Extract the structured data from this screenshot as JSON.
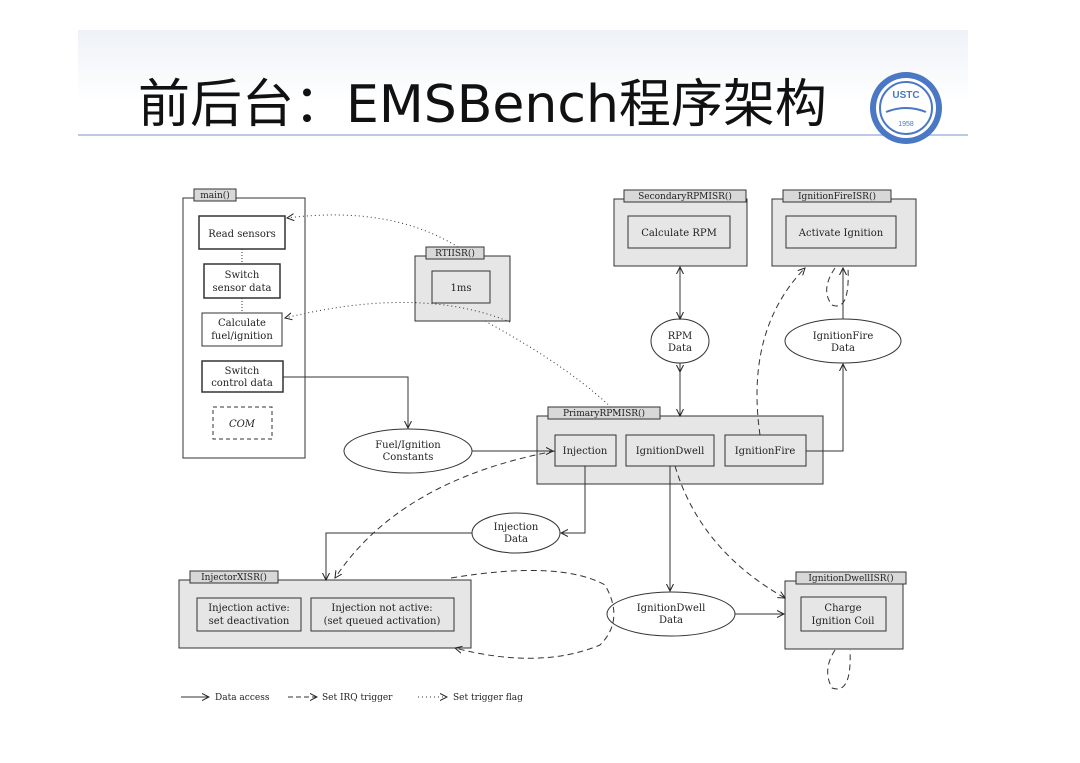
{
  "slide": {
    "title": "前后台：EMSBench程序架构"
  },
  "logo": {
    "top_text": "USTC",
    "bottom_text": "1958"
  },
  "main": {
    "label": "main()",
    "read_sensors": "Read sensors",
    "switch_sensor": [
      "Switch",
      "sensor data"
    ],
    "calc": [
      "Calculate",
      "fuel/ignition"
    ],
    "switch_control": [
      "Switch",
      "control data"
    ],
    "com": "COM"
  },
  "rtiisr": {
    "label": "RTIISR()",
    "box": "1ms"
  },
  "secondary": {
    "label": "SecondaryRPMISR()",
    "box": "Calculate RPM"
  },
  "ignfire_isr": {
    "label": "IgnitionFireISR()",
    "box": "Activate Ignition"
  },
  "rpm_data": [
    "RPM",
    "Data"
  ],
  "ignfire_data": [
    "IgnitionFire",
    "Data"
  ],
  "fuel_const": [
    "Fuel/Ignition",
    "Constants"
  ],
  "primary": {
    "label": "PrimaryRPMISR()",
    "injection": "Injection",
    "dwell": "IgnitionDwell",
    "fire": "IgnitionFire"
  },
  "inj_data": [
    "Injection",
    "Data"
  ],
  "injector": {
    "label": "InjectorXISR()",
    "active": [
      "Injection active:",
      "set deactivation"
    ],
    "not_active": [
      "Injection not active:",
      "(set queued activation)"
    ]
  },
  "dwell_data": [
    "IgnitionDwell",
    "Data"
  ],
  "dwell_isr": {
    "label": "IgnitionDwellISR()",
    "box": [
      "Charge",
      "Ignition Coil"
    ]
  },
  "legend": {
    "data_access": "Data access",
    "irq": "Set IRQ trigger",
    "flag": "Set trigger flag"
  }
}
